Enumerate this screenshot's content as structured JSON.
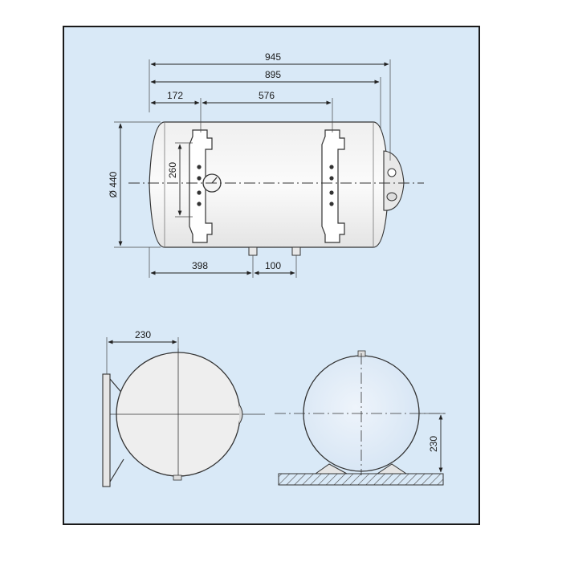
{
  "colors": {
    "panel_fill": "#d9e9f7",
    "panel_border": "#1a1a1a",
    "line": "#333333",
    "tank_fill_top": "#f5f5f5",
    "tank_fill_side": "#ececec",
    "front_view_fill": "#dde9f6",
    "hatch": "#555555"
  },
  "dimensions": {
    "overall_length": "945",
    "tank_length": "895",
    "bracket_offset": "172",
    "bracket_spacing": "576",
    "diameter": "Ø 440",
    "bracket_height": "260",
    "inlet_offset": "398",
    "pipe_spacing": "100",
    "side_depth": "230",
    "front_height": "230"
  },
  "icons": {
    "thermostat": "thermostat-dial-icon",
    "hatching": "floor-hatch-icon"
  }
}
